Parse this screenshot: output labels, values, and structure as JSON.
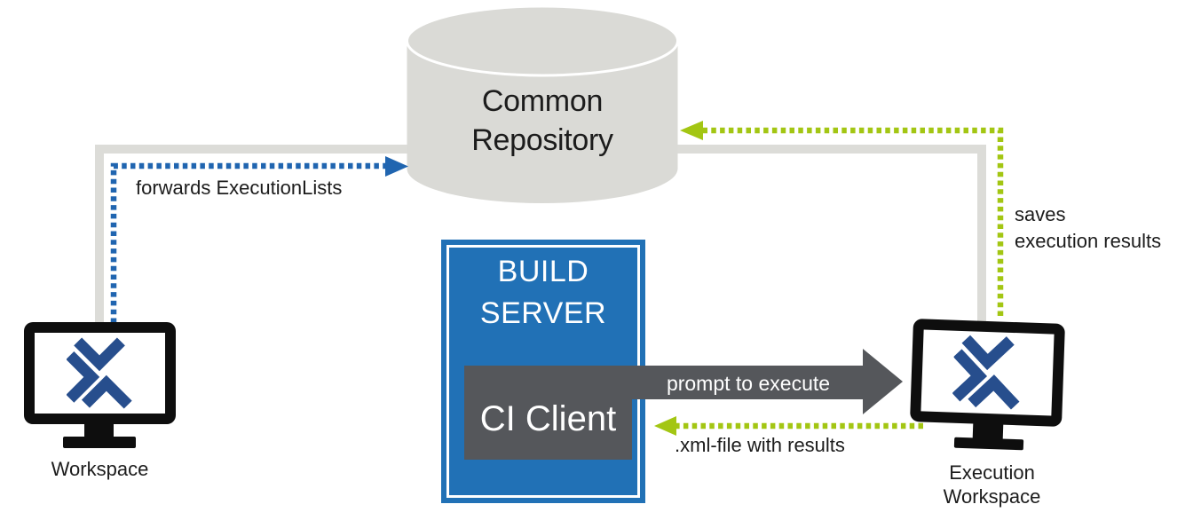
{
  "repository": {
    "lines": [
      "Common",
      "Repository"
    ],
    "fill": "#DADAD6"
  },
  "build_server": {
    "lines": [
      "BUILD",
      "SERVER"
    ],
    "fill": "#2171B6"
  },
  "ci_client": {
    "label": "CI Client",
    "fill": "#55575B"
  },
  "workspace_left": {
    "label": "Workspace"
  },
  "workspace_right": {
    "lines": [
      "Execution",
      "Workspace"
    ]
  },
  "arrows": {
    "forwards_execution_lists": {
      "label": "forwards ExecutionLists",
      "style": "dotted",
      "color": "#2065B0"
    },
    "saves_execution_results": {
      "lines": [
        "saves",
        "execution results"
      ],
      "style": "dotted",
      "color": "#A3C613"
    },
    "prompt_to_execute": {
      "label": "prompt to execute",
      "style": "solid",
      "color": "#55575B"
    },
    "xml_file_with_results": {
      "label": ".xml-file with results",
      "style": "dotted",
      "color": "#A3C613"
    }
  },
  "icons": {
    "database": "database-cylinder-icon",
    "monitor": "monitor-icon",
    "logo": "x-chevron-logo-icon"
  },
  "colors": {
    "connector_gray": "#DCDCD8",
    "cylinder_gray": "#DADAD6",
    "dark_gray": "#55575B",
    "blue_accent": "#2171B6",
    "arrow_blue": "#2065B0",
    "arrow_green": "#A3C613",
    "logo_blue": "#274E8D",
    "monitor_black": "#0E0E0E",
    "text": "#1C1C1C"
  }
}
